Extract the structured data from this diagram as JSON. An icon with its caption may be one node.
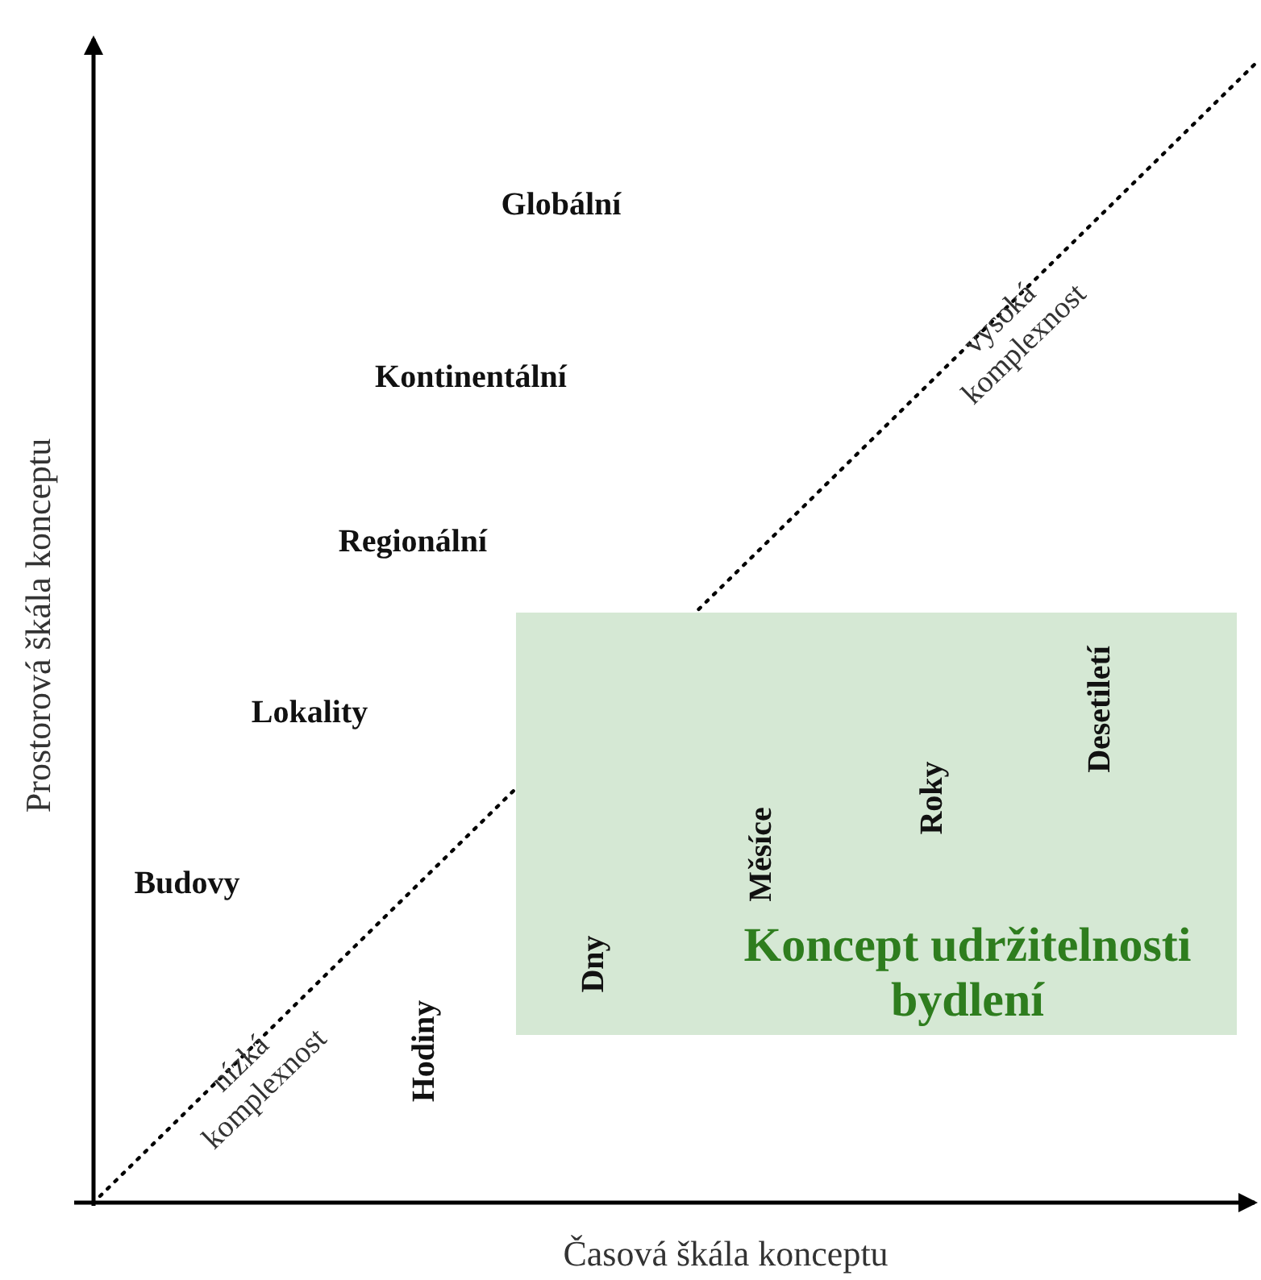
{
  "diagram": {
    "nodes": [
      {
        "text": [
          "Koncept udržitelnosti bydlení"
        ]
      }
    ],
    "edges": [],
    "labels": [
      "Globální",
      "Kontinentální",
      "Regionální",
      "Lokality",
      "Budovy",
      "vysoká komplexnost",
      "nízká komplexnost",
      "Hodiny",
      "Dny",
      "Měsíce",
      "Roky",
      "Desetiletí",
      "Prostorová škála konceptu",
      "Časová škála konceptu"
    ]
  }
}
